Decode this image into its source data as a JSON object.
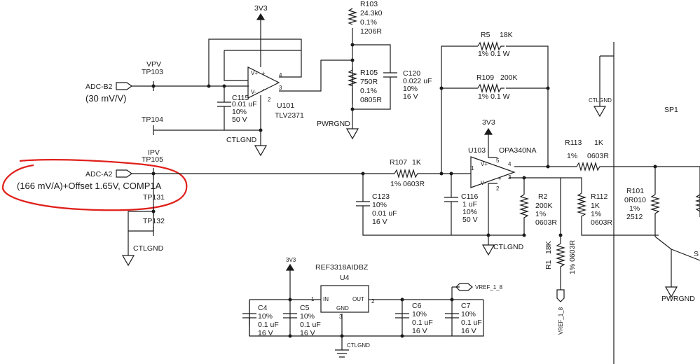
{
  "rails": {
    "v33": "3V3",
    "pwrgnd": "PWRGND",
    "ctlgnd": "CTLGND"
  },
  "signals": {
    "adc_b2": "ADC-B2",
    "adc_a2": "ADC-A2",
    "vpv": "VPV",
    "ipv": "IPV",
    "vref": "VREF_1_8",
    "vpv_scale": "(30 mV/V)",
    "ipv_scale": "(166 mV/A)+Offset 1.65V, COMP1A"
  },
  "testpoints": {
    "tp103": "TP103",
    "tp104": "TP104",
    "tp105": "TP105",
    "tp131": "TP131",
    "tp132": "TP132"
  },
  "opamps": {
    "u101": {
      "ref": "U101",
      "part": "TLV2371"
    },
    "u103": {
      "ref": "U103",
      "part": "OPA340NA"
    },
    "pins": {
      "vplus": "V+",
      "vminus": "V-",
      "plus": "+",
      "minus": "-",
      "p1": "1",
      "p2": "2",
      "p3": "3",
      "p4": "4",
      "p5": "5"
    }
  },
  "regulator": {
    "ref": "U4",
    "part": "REF3318AIDBZ",
    "in": "IN",
    "out": "OUT",
    "gnd": "GND",
    "p1": "1",
    "p2": "2",
    "p3": "3"
  },
  "resistors": {
    "r103": {
      "ref": "R103",
      "value": "24.3k0",
      "tol": "0.1%",
      "pkg": "1206R"
    },
    "r105": {
      "ref": "R105",
      "value": "750R",
      "tol": "0.1%",
      "pkg": "0805R"
    },
    "r5": {
      "ref": "R5",
      "value": "18K",
      "spec": "1%  0.1 W"
    },
    "r109": {
      "ref": "R109",
      "value": "200K",
      "spec": "1%  0.1 W"
    },
    "r107": {
      "ref": "R107",
      "value": "1K",
      "spec": "1%  0603R"
    },
    "r113": {
      "ref": "R113",
      "value": "1K",
      "tol": "1%",
      "pkg": "0603R"
    },
    "r2": {
      "ref": "R2",
      "value": "200K",
      "tol": "1%",
      "pkg": "0603R"
    },
    "r112": {
      "ref": "R112",
      "value": "1K",
      "tol": "1%",
      "pkg": "0603R"
    },
    "r1": {
      "ref": "R1",
      "value": "18K",
      "spec": "1% 0603R"
    },
    "r101": {
      "ref": "R101",
      "value": "0R010",
      "tol": "1%",
      "pkg": "2512"
    }
  },
  "capacitors": {
    "c115": {
      "ref": "C115",
      "value": "0.01 uF",
      "tol": "10%",
      "volt": "50 V"
    },
    "c120": {
      "ref": "C120",
      "value": "0.022 uF",
      "tol": "10%",
      "volt": "16 V"
    },
    "c123": {
      "ref": "C123",
      "tol": "10%",
      "value": "0.01 uF",
      "volt": "16 V"
    },
    "c116": {
      "ref": "C116",
      "value": "1 uF",
      "tol": "10%",
      "volt": "50 V"
    },
    "c4": {
      "ref": "C4",
      "tol": "10%",
      "value": "0.1 uF",
      "volt": "16 V"
    },
    "c5": {
      "ref": "C5",
      "tol": "10%",
      "value": "0.1 uF",
      "volt": "16 V"
    },
    "c6": {
      "ref": "C6",
      "tol": "10%",
      "value": "0.1 uF",
      "volt": "16 V"
    },
    "c7": {
      "ref": "C7",
      "tol": "10%",
      "value": "0.1 uF",
      "volt": "16 V"
    }
  },
  "sp1": {
    "ref": "SP1",
    "sl": "S"
  },
  "annotation": {
    "color": "#e0201b"
  }
}
